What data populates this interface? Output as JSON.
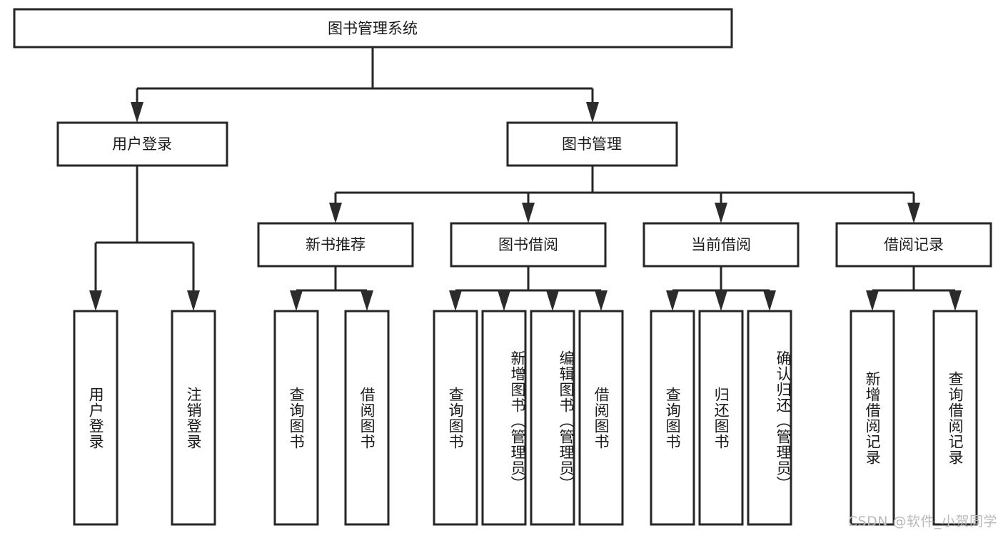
{
  "diagram": {
    "type": "tree-hierarchy",
    "title": "图书管理系统",
    "watermark": "CSDN @软件_小贺同学",
    "colors": {
      "box_fill": "#ffffff",
      "box_stroke": "#262626",
      "connector": "#262626",
      "text": "#1a1a1a",
      "watermark": "#b9b9b9"
    },
    "levels": {
      "root": {
        "label": "图书管理系统",
        "orientation": "horizontal"
      },
      "level2": [
        {
          "label": "用户登录",
          "orientation": "horizontal"
        },
        {
          "label": "图书管理",
          "orientation": "horizontal"
        }
      ],
      "level3": [
        {
          "label": "新书推荐",
          "orientation": "horizontal"
        },
        {
          "label": "图书借阅",
          "orientation": "horizontal"
        },
        {
          "label": "当前借阅",
          "orientation": "horizontal"
        },
        {
          "label": "借阅记录",
          "orientation": "horizontal"
        }
      ],
      "leaves": [
        {
          "label": "用户登录",
          "orientation": "vertical",
          "parent": "用户登录"
        },
        {
          "label": "注销登录",
          "orientation": "vertical",
          "parent": "用户登录"
        },
        {
          "label": "查询图书",
          "orientation": "vertical",
          "parent": "新书推荐"
        },
        {
          "label": "借阅图书",
          "orientation": "vertical",
          "parent": "新书推荐"
        },
        {
          "label": "查询图书",
          "orientation": "vertical",
          "parent": "图书借阅"
        },
        {
          "label": "新增图书（管理员）",
          "orientation": "vertical",
          "parent": "图书借阅"
        },
        {
          "label": "编辑图书（管理员）",
          "orientation": "vertical",
          "parent": "图书借阅"
        },
        {
          "label": "借阅图书",
          "orientation": "vertical",
          "parent": "图书借阅"
        },
        {
          "label": "查询图书",
          "orientation": "vertical",
          "parent": "当前借阅"
        },
        {
          "label": "归还图书",
          "orientation": "vertical",
          "parent": "当前借阅"
        },
        {
          "label": "确认归还（管理员）",
          "orientation": "vertical",
          "parent": "当前借阅"
        },
        {
          "label": "新增借阅记录",
          "orientation": "vertical",
          "parent": "借阅记录"
        },
        {
          "label": "查询借阅记录",
          "orientation": "vertical",
          "parent": "借阅记录"
        }
      ]
    },
    "nodes": {
      "root": {
        "label": "图书管理系统"
      },
      "user_login": {
        "label": "用户登录"
      },
      "book_manage": {
        "label": "图书管理"
      },
      "new_book_rec": {
        "label": "新书推荐"
      },
      "book_borrow": {
        "label": "图书借阅"
      },
      "current_borrow": {
        "label": "当前借阅"
      },
      "borrow_record": {
        "label": "借阅记录"
      },
      "leaf_user_login": {
        "label": "用户登录"
      },
      "leaf_logout": {
        "label": "注销登录"
      },
      "leaf_query_book_a": {
        "label": "查询图书"
      },
      "leaf_borrow_book_a": {
        "label": "借阅图书"
      },
      "leaf_query_book_b": {
        "label": "查询图书"
      },
      "leaf_add_book": {
        "label": "新增图书（管理员）"
      },
      "leaf_edit_book": {
        "label": "编辑图书（管理员）"
      },
      "leaf_borrow_book_b": {
        "label": "借阅图书"
      },
      "leaf_query_book_c": {
        "label": "查询图书"
      },
      "leaf_return_book": {
        "label": "归还图书"
      },
      "leaf_confirm_return": {
        "label": "确认归还（管理员）"
      },
      "leaf_add_record": {
        "label": "新增借阅记录"
      },
      "leaf_query_record": {
        "label": "查询借阅记录"
      }
    }
  }
}
